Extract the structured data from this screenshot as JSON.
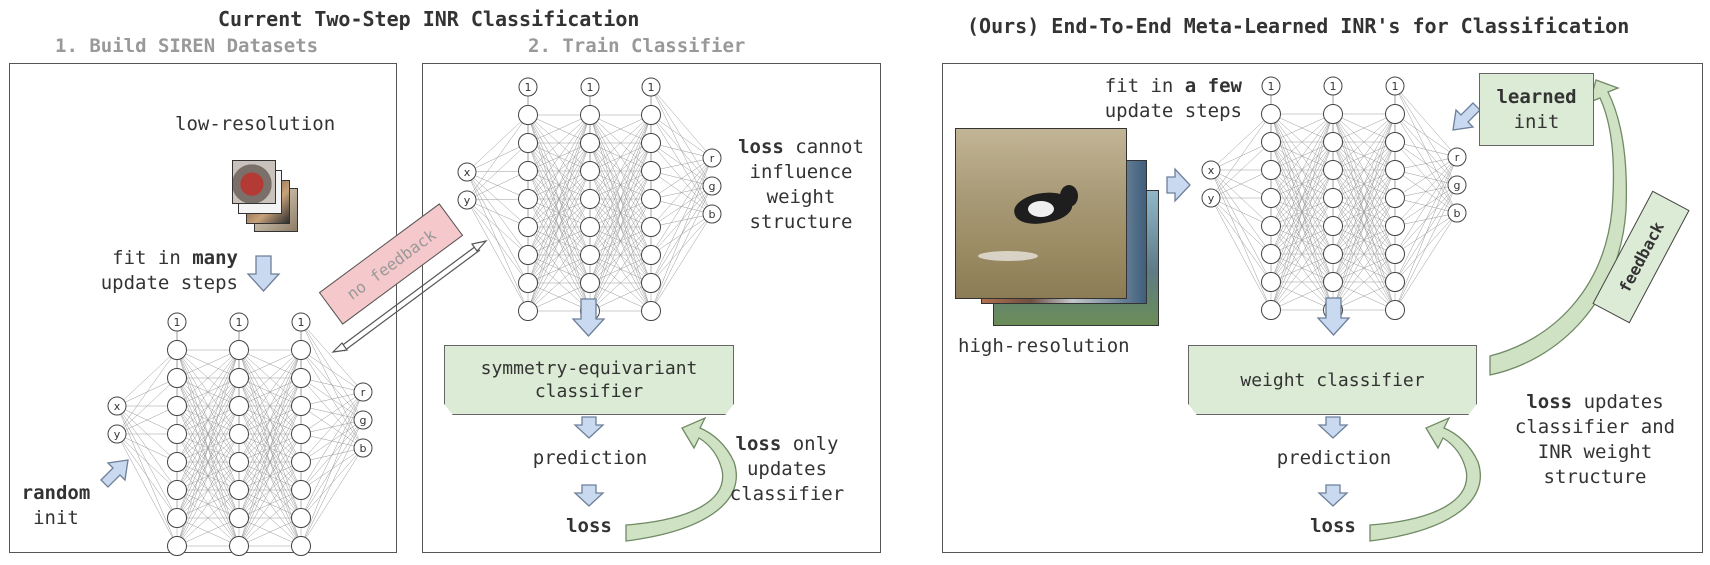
{
  "titles": {
    "left_main": "Current Two-Step INR Classification",
    "step1": "1. Build SIREN Datasets",
    "step2": "2. Train Classifier",
    "right_main": "(Ours) End-To-End Meta-Learned INR's for Classification"
  },
  "left": {
    "low_res": "low-resolution",
    "fit_line1_pre": "fit in ",
    "fit_line1_bold": "many",
    "fit_line2": "update steps",
    "random_bold": "random",
    "init": "init",
    "no_feedback": "no feedback"
  },
  "middle": {
    "loss_bold": "loss",
    "loss_line1_rest": " cannot",
    "loss_line2": "influence",
    "loss_line3": "weight",
    "loss_line4": "structure",
    "classifier_line1": "symmetry-equivariant",
    "classifier_line2": "classifier",
    "prediction": "prediction",
    "loss": "loss",
    "only_bold": "loss",
    "only_rest": " only",
    "only_line2": "updates",
    "only_line3": "classifier"
  },
  "right": {
    "fit_line1_pre": "fit in ",
    "fit_line1_bold": "a few",
    "fit_line2": "update steps",
    "high_res": "high-resolution",
    "learned_bold": "learned",
    "learned_init": "init",
    "feedback": "feedback",
    "classifier": "weight classifier",
    "prediction": "prediction",
    "loss": "loss",
    "updates_bold": "loss",
    "updates_rest": " updates",
    "updates_line2": "classifier and",
    "updates_line3": "INR weight",
    "updates_line4": "structure"
  },
  "network": {
    "bias_label": "1",
    "inputs": [
      "x",
      "y"
    ],
    "outputs": [
      "r",
      "g",
      "b"
    ]
  },
  "colors": {
    "arrow_fill": "#c9daf0",
    "arrow_stroke": "#6d7f99",
    "green_box": "#dcebd5",
    "no_feedback_fill": "#f5c8cb",
    "feedback_fill": "#dcebd5",
    "curve_fill": "#cfe2c3"
  }
}
